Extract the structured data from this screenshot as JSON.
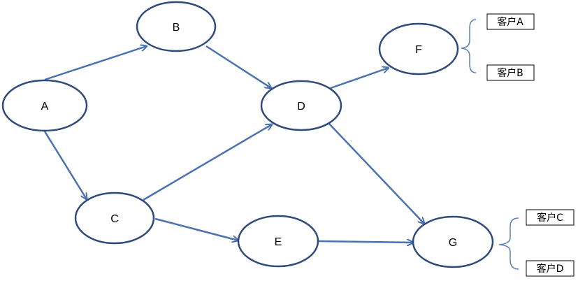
{
  "nodes": {
    "A": "A",
    "B": "B",
    "C": "C",
    "D": "D",
    "E": "E",
    "F": "F",
    "G": "G"
  },
  "customers": {
    "a": "客户A",
    "b": "客户B",
    "c": "客户C",
    "d": "客户D"
  },
  "colors": {
    "node_stroke": "#2F4B7C",
    "edge": "#4A72B0",
    "brace": "#5B7FB8",
    "box_stroke": "#000000"
  }
}
